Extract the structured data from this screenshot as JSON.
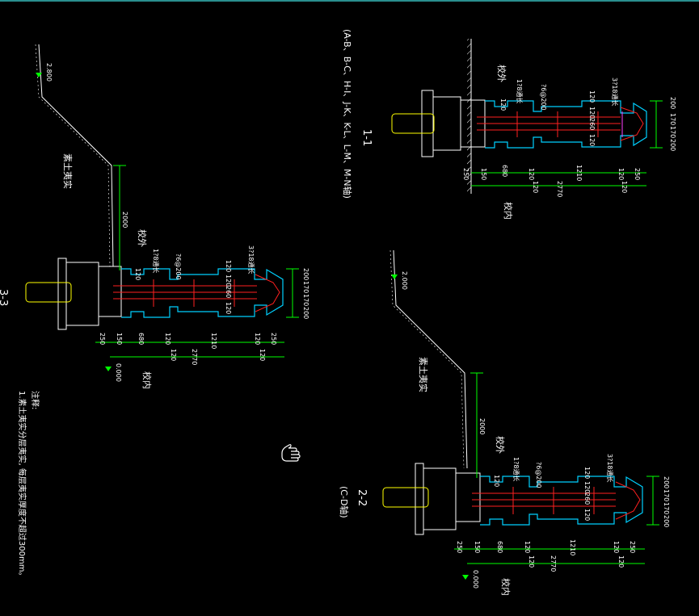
{
  "drawing": {
    "background": "#000000",
    "colors": {
      "outline": "#ffffff",
      "dimension": "#00ff00",
      "rebar_red": "#ff2020",
      "cyan": "#00d0ff",
      "magenta": "#ff40ff",
      "yellow": "#ffff00",
      "text": "#ffffff"
    }
  },
  "section_1_1": {
    "title": "1-1",
    "subtitle": "(A-B、B-C、H-I、J-K、K-L、L-M、M-N轴)",
    "label_outside": "校外",
    "label_inside": "校内",
    "rebar_a": "3?18通长",
    "rebar_b": "1?8通长",
    "rebar_c": "?6@200",
    "dims_bottom": [
      "250",
      "150",
      "680",
      "120",
      "1210",
      "120",
      "250"
    ],
    "dims_bottom2": [
      "120",
      "2770",
      "120"
    ],
    "dims_right": [
      "200",
      "170",
      "170",
      "200"
    ],
    "dims_mid": [
      "120",
      "120",
      "260",
      "120",
      "120"
    ]
  },
  "section_3_3": {
    "title": "3-3",
    "label_outside": "校外",
    "label_inside": "校内",
    "soil": "素土夷实",
    "elev_top": "2.800",
    "elev_bottom": "0.000",
    "dim_height": "2000",
    "rebar_a": "3?18通长",
    "rebar_b": "1?8通长",
    "rebar_c": "?6@200",
    "dims_bottom": [
      "250",
      "150",
      "680",
      "120",
      "1210",
      "120",
      "250"
    ],
    "dims_bottom2": [
      "120",
      "2770",
      "120"
    ],
    "dims_right": [
      "200",
      "170",
      "170",
      "200"
    ],
    "dims_mid": [
      "120",
      "120",
      "260",
      "120",
      "120"
    ]
  },
  "section_2_2": {
    "title": "2-2",
    "subtitle": "(C-D轴)",
    "label_outside": "校外",
    "label_inside": "校内",
    "soil": "素土夷实",
    "elev_top": "2.000",
    "elev_bottom": "0.000",
    "dim_height": "2000",
    "rebar_a": "3?18通长",
    "rebar_b": "1?8通长",
    "rebar_c": "?6@200",
    "dims_bottom": [
      "250",
      "150",
      "680",
      "120",
      "1210",
      "120",
      "250"
    ],
    "dims_bottom2": [
      "120",
      "2770",
      "120"
    ],
    "dims_right": [
      "200",
      "170",
      "170",
      "200"
    ],
    "dims_mid": [
      "120",
      "120",
      "260",
      "120",
      "120"
    ]
  },
  "notes": {
    "heading": "注释:",
    "line1": "1.素土夷实分层夷实, 每层夷实厚度不超过300mm。"
  }
}
